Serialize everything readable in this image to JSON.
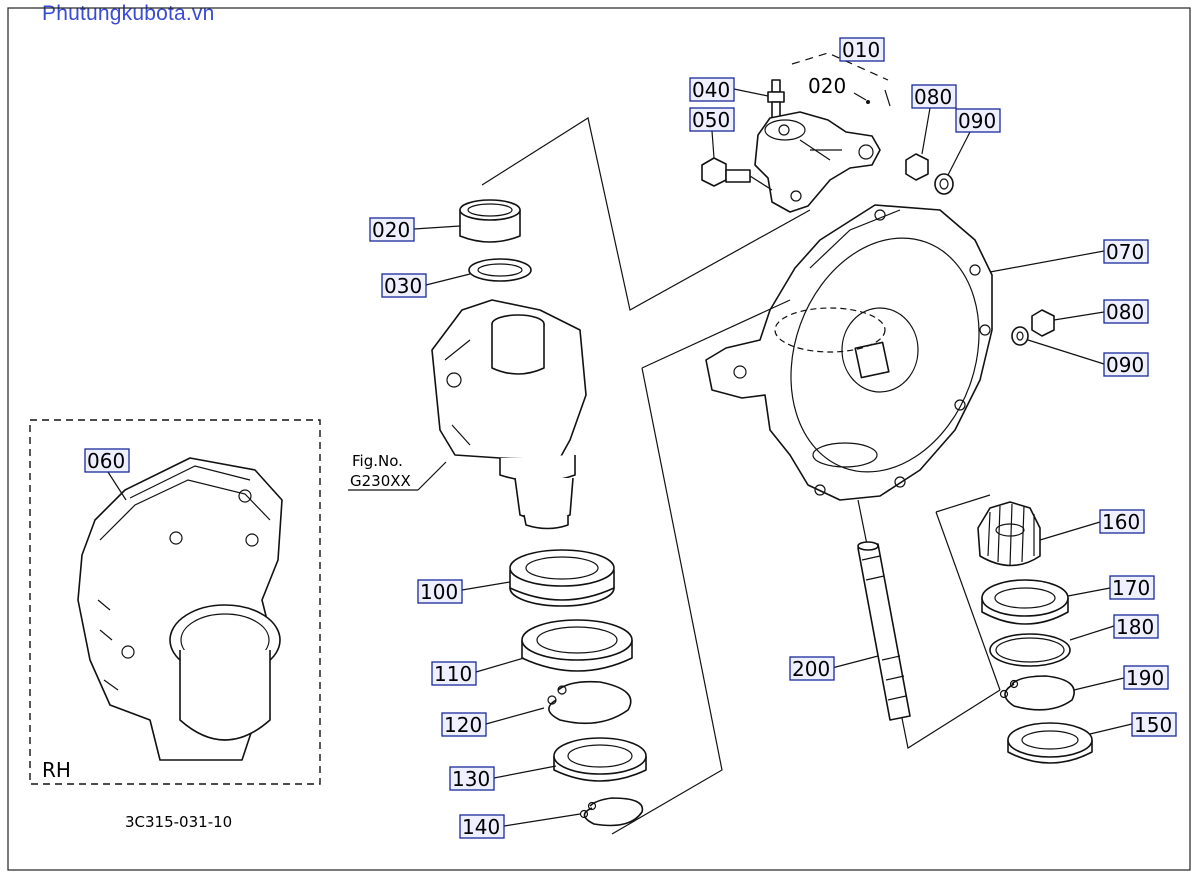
{
  "watermark": "Phutungkubota.vn",
  "drawing_code": "3C315-031-10",
  "fig_ref": {
    "line1": "Fig.No.",
    "line2": "G230XX"
  },
  "rh_label": "RH",
  "callouts": {
    "p010": "010",
    "p020_plain": "020",
    "p020": "020",
    "p030": "030",
    "p040": "040",
    "p050": "050",
    "p060": "060",
    "p070": "070",
    "p080a": "080",
    "p090a": "090",
    "p080b": "080",
    "p090b": "090",
    "p100": "100",
    "p110": "110",
    "p120": "120",
    "p130": "130",
    "p140": "140",
    "p150": "150",
    "p160": "160",
    "p170": "170",
    "p180": "180",
    "p190": "190",
    "p200": "200"
  }
}
